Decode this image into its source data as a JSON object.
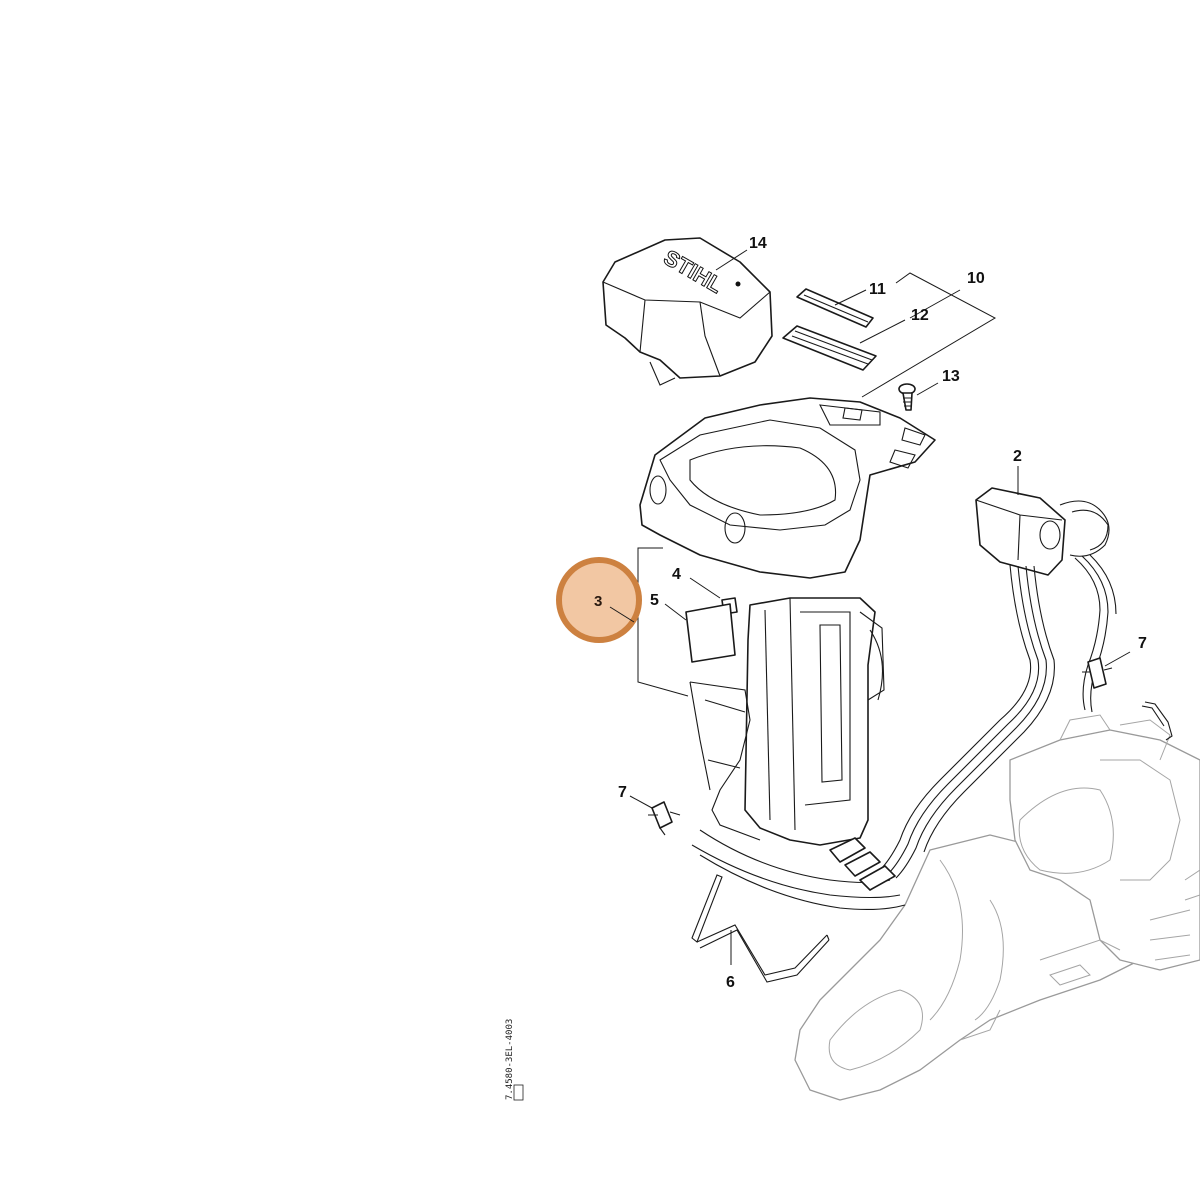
{
  "diagram": {
    "callouts": [
      {
        "id": "14",
        "label": "14"
      },
      {
        "id": "11",
        "label": "11"
      },
      {
        "id": "10",
        "label": "10"
      },
      {
        "id": "12",
        "label": "12"
      },
      {
        "id": "13",
        "label": "13"
      },
      {
        "id": "2",
        "label": "2"
      },
      {
        "id": "4",
        "label": "4"
      },
      {
        "id": "5",
        "label": "5"
      },
      {
        "id": "7a",
        "label": "7"
      },
      {
        "id": "7b",
        "label": "7"
      },
      {
        "id": "6",
        "label": "6"
      }
    ],
    "highlighted": {
      "label": "3",
      "color": "#cd8140",
      "fill": "#f2c7a3"
    },
    "cover_brand_text": "STIHL",
    "drawing_code": "7.4580-3EL-4003",
    "colors": {
      "line": "#1a1a1a",
      "ghost_line": "#9a9a9a"
    }
  }
}
